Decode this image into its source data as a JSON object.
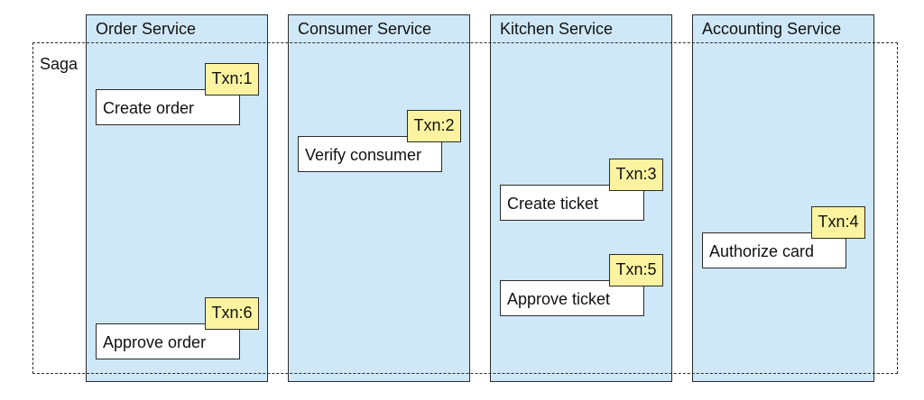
{
  "colors": {
    "lane_fill": "#cfe8f7",
    "txn_fill": "#fbf3a0",
    "step_fill": "#ffffff",
    "border": "#2b2b2b"
  },
  "saga": {
    "label": "Saga"
  },
  "lanes": [
    {
      "title": "Order Service",
      "steps": [
        {
          "label": "Create order",
          "txn": "Txn:1"
        },
        {
          "label": "Approve order",
          "txn": "Txn:6"
        }
      ]
    },
    {
      "title": "Consumer Service",
      "steps": [
        {
          "label": "Verify consumer",
          "txn": "Txn:2"
        }
      ]
    },
    {
      "title": "Kitchen Service",
      "steps": [
        {
          "label": "Create ticket",
          "txn": "Txn:3"
        },
        {
          "label": "Approve ticket",
          "txn": "Txn:5"
        }
      ]
    },
    {
      "title": "Accounting Service",
      "steps": [
        {
          "label": "Authorize card",
          "txn": "Txn:4"
        }
      ]
    }
  ]
}
